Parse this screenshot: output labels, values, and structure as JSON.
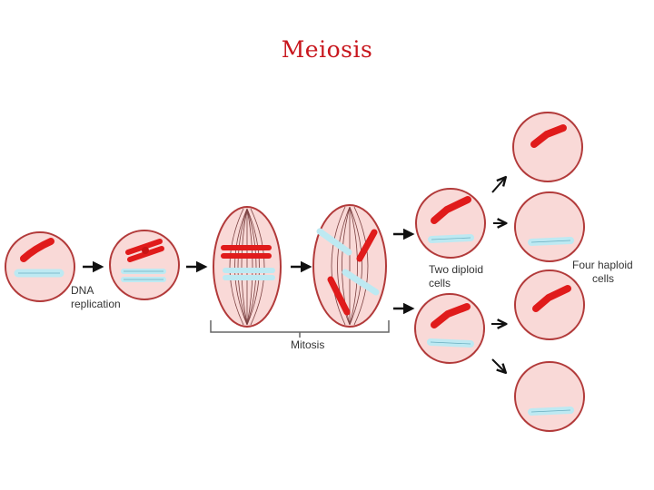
{
  "slide": {
    "title": "Meiosis"
  },
  "labels": {
    "dna_line1": "DNA",
    "dna_line2": "replication",
    "mitosis": "Mitosis",
    "two_diploid_line1": "Two diploid",
    "two_diploid_line2": "cells",
    "four_haploid_line1": "Four haploid",
    "four_haploid_line2": "cells"
  },
  "colors": {
    "title": "#c8161d",
    "cell_fill": "#f9d9d7",
    "cell_stroke": "#b23a3a",
    "red_chromosome": "#e01b1b",
    "blue_chromosome": "#bde9f2",
    "spindle": "#7a4040",
    "arrow": "#111111"
  }
}
